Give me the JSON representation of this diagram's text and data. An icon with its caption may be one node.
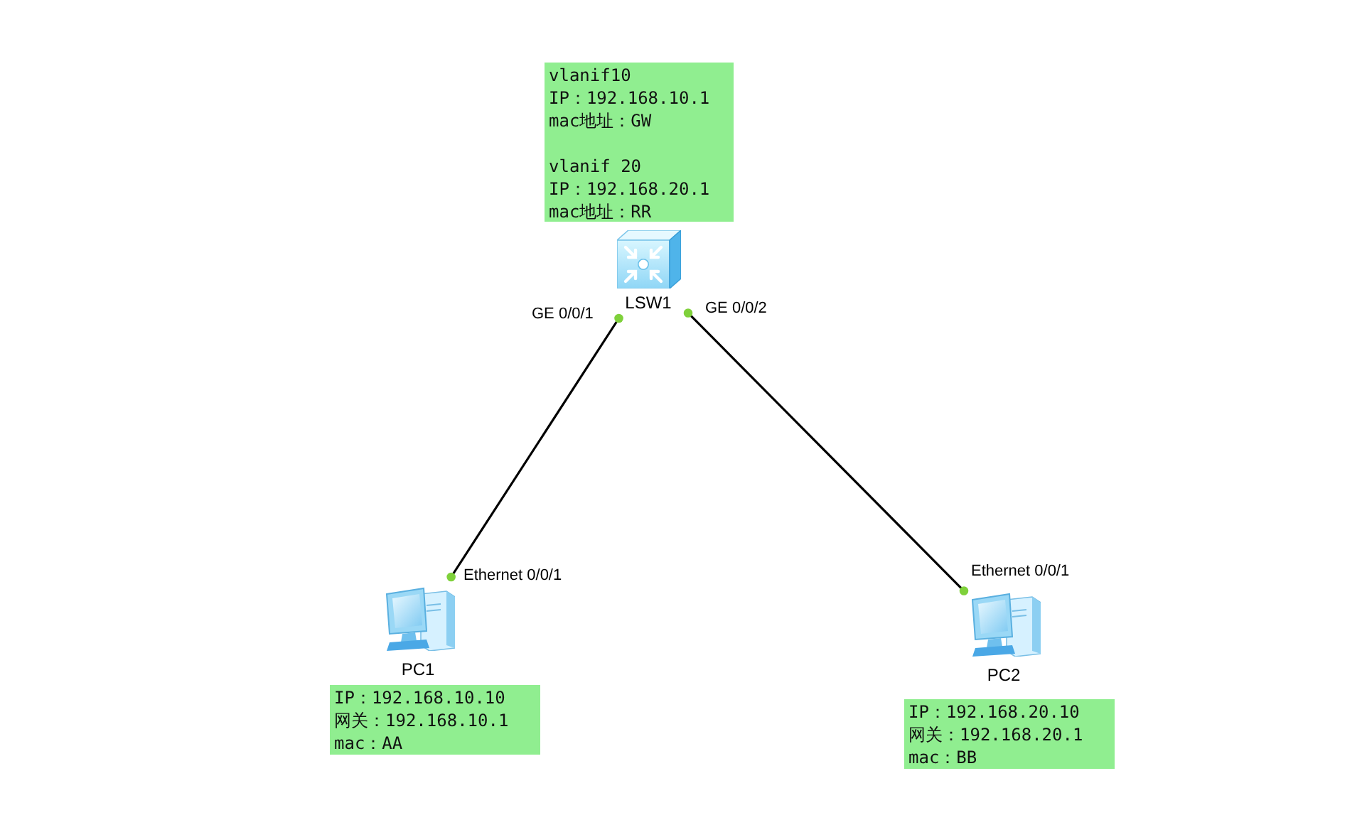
{
  "diagram": {
    "nodes": [
      {
        "text": [
          "vlanif10",
          "IP：192.168.10.1",
          "mac地址：GW",
          "vlanif 20",
          "IP：192.168.20.1",
          "mac地址：RR"
        ]
      },
      {
        "text": [
          "LSW1"
        ]
      },
      {
        "text": [
          "PC1"
        ]
      },
      {
        "text": [
          "PC2"
        ]
      },
      {
        "text": [
          "IP：192.168.10.10",
          "网关：192.168.10.1",
          "mac：AA"
        ]
      },
      {
        "text": [
          "IP：192.168.20.10",
          "网关：192.168.20.1",
          "mac：BB"
        ]
      }
    ],
    "edges": [
      {
        "from": 1,
        "to": 2,
        "arrow": "other"
      },
      {
        "from": 1,
        "to": 3,
        "arrow": "other"
      }
    ],
    "labels": [
      "GE 0/0/1",
      "GE 0/0/2",
      "Ethernet 0/0/1",
      "Ethernet 0/0/1"
    ]
  }
}
